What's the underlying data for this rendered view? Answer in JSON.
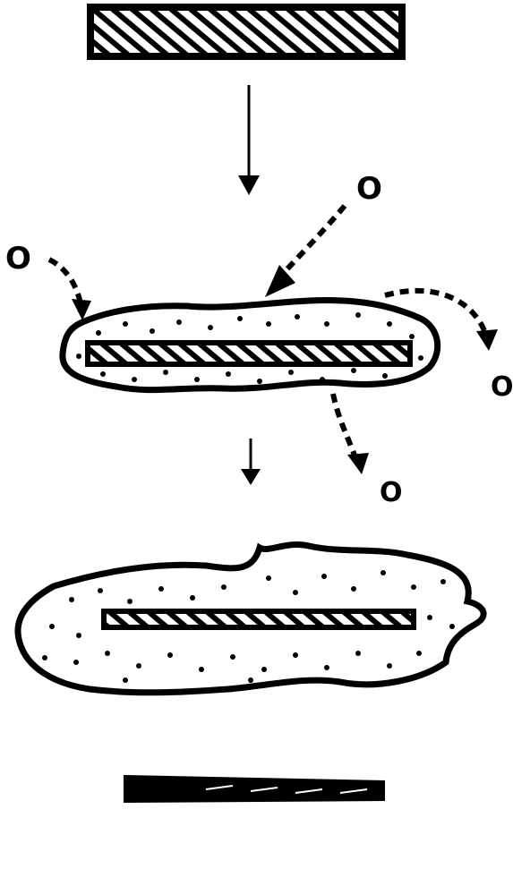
{
  "labels": {
    "atom_top": "O",
    "atom_left": "O",
    "atom_right": "O",
    "atom_bottom": "O"
  },
  "colors": {
    "ink": "#000000",
    "paper": "#ffffff"
  }
}
